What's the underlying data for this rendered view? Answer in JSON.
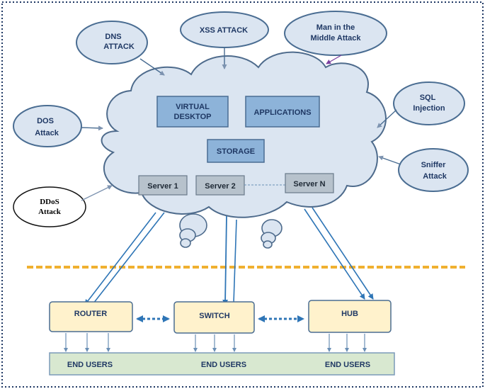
{
  "attacks": {
    "dns": [
      "DNS",
      "ATTACK"
    ],
    "xss": [
      "XSS ATTACK"
    ],
    "mitm": [
      "Man in the",
      "Middle Attack"
    ],
    "sql": [
      "SQL",
      "Injection"
    ],
    "dos": [
      "DOS",
      "Attack"
    ],
    "sniffer": [
      "Sniffer",
      "Attack"
    ],
    "ddos": [
      "DDoS",
      "Attack"
    ]
  },
  "cloud": {
    "virtual_desktop": [
      "VIRTUAL",
      "DESKTOP"
    ],
    "applications": "APPLICATIONS",
    "storage": "STORAGE",
    "server1": "Server 1",
    "server2": "Server 2",
    "serverN": "Server N"
  },
  "devices": {
    "router": "ROUTER",
    "switch": "SWITCH",
    "hub": "HUB"
  },
  "end_users": [
    "END USERS",
    "END USERS",
    "END USERS"
  ],
  "colors": {
    "ellipse_fill": "#dbe5f1",
    "ellipse_stroke": "#4a6d92",
    "cloud_fill": "#dbe5f1",
    "cloud_stroke": "#4e6b8c",
    "box_fill": "#8db3d9",
    "server_fill": "#b7c2cc",
    "device_fill": "#fff2cc",
    "end_users_fill": "#d8e8d0",
    "divider": "#f0b030",
    "arrow": "#2e75b6"
  }
}
